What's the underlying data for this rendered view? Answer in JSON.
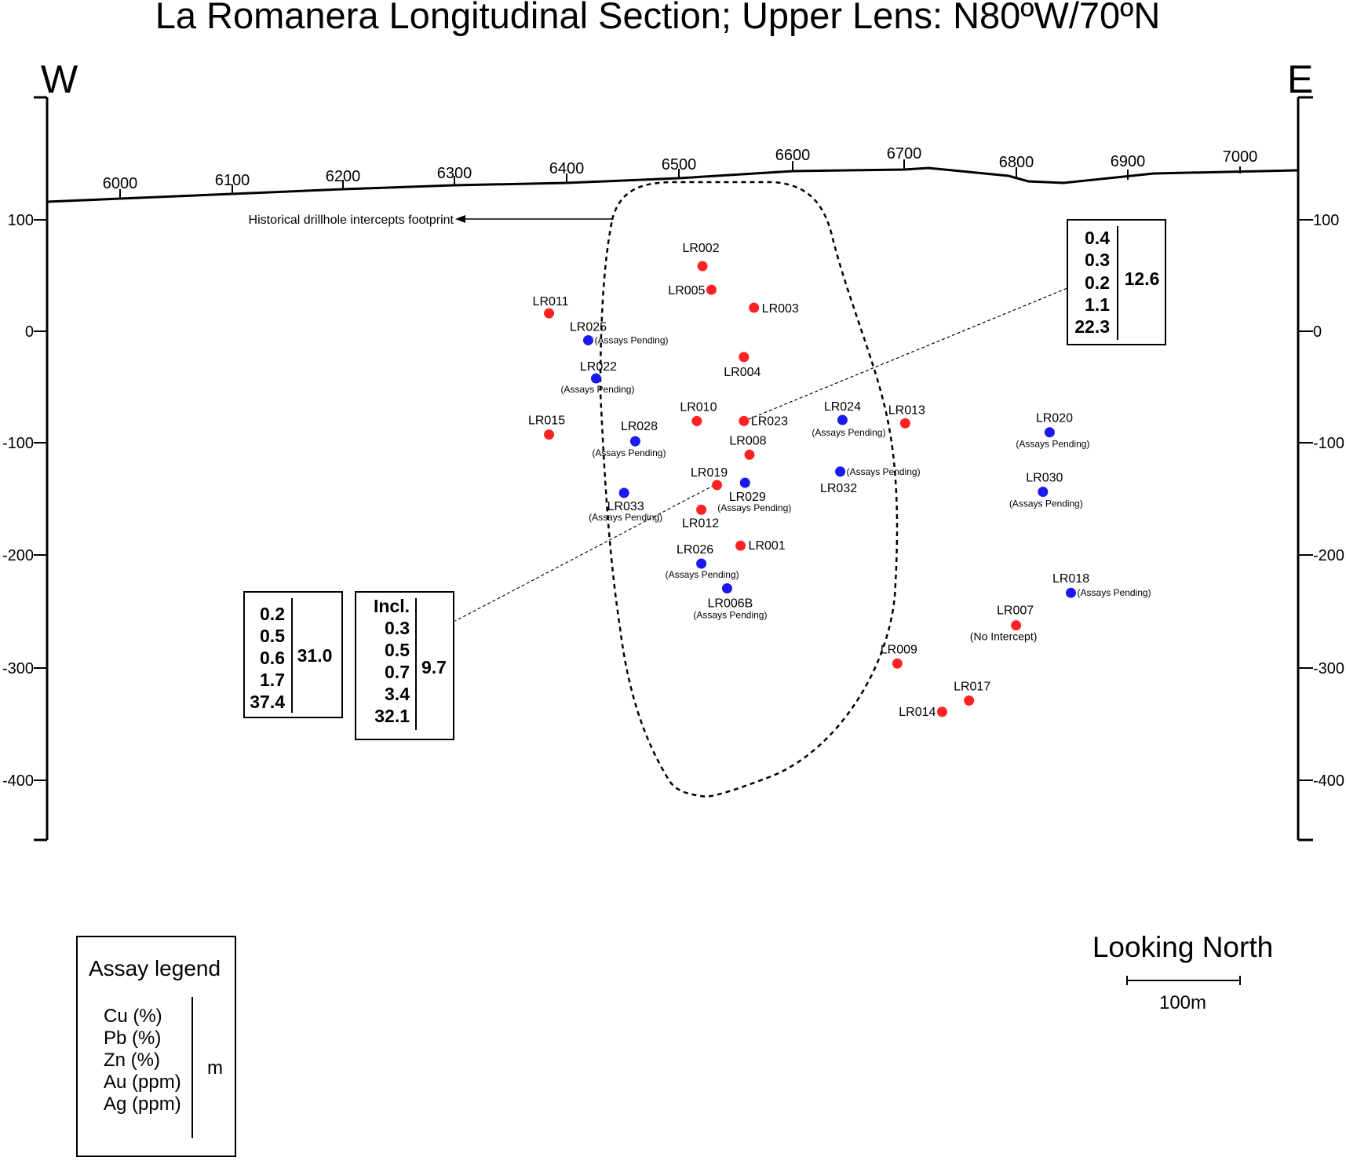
{
  "title": "La Romanera Longitudinal Section; Upper Lens: N80ºW/70ºN",
  "direction_west": "W",
  "direction_east": "E",
  "colors": {
    "assayed": "#ff2222",
    "pending": "#1a1aee",
    "line": "#000000"
  },
  "easting_ticks": [
    "6000",
    "6100",
    "6200",
    "6300",
    "6400",
    "6500",
    "6600",
    "6700",
    "6800",
    "6900",
    "7000"
  ],
  "elevation_ticks": [
    "100",
    "0",
    "-100",
    "-200",
    "-300",
    "-400"
  ],
  "footprint_note": "Historical drillhole intercepts footprint",
  "drillholes": [
    {
      "id": "LR002",
      "status": "assayed",
      "easting": 6520,
      "elev": 58
    },
    {
      "id": "LR005",
      "status": "assayed",
      "easting": 6528,
      "elev": 37
    },
    {
      "id": "LR003",
      "status": "assayed",
      "easting": 6566,
      "elev": 21
    },
    {
      "id": "LR011",
      "status": "assayed",
      "easting": 6383,
      "elev": 16
    },
    {
      "id": "LR025",
      "status": "pending",
      "easting": 6418,
      "elev": -8,
      "note": "(Assays Pending)"
    },
    {
      "id": "LR004",
      "status": "assayed",
      "easting": 6557,
      "elev": -23
    },
    {
      "id": "LR022",
      "status": "pending",
      "easting": 6425,
      "elev": -42,
      "note": "(Assays Pending)"
    },
    {
      "id": "LR010",
      "status": "assayed",
      "easting": 6515,
      "elev": -80
    },
    {
      "id": "LR023",
      "status": "assayed",
      "easting": 6557,
      "elev": -80
    },
    {
      "id": "LR024",
      "status": "pending",
      "easting": 6645,
      "elev": -79,
      "note": "(Assays Pending)"
    },
    {
      "id": "LR013",
      "status": "assayed",
      "easting": 6701,
      "elev": -82
    },
    {
      "id": "LR015",
      "status": "assayed",
      "easting": 6383,
      "elev": -92
    },
    {
      "id": "LR028",
      "status": "pending",
      "easting": 6460,
      "elev": -98,
      "note": "(Assays Pending)"
    },
    {
      "id": "LR020",
      "status": "pending",
      "easting": 6830,
      "elev": -90,
      "note": "(Assays Pending)"
    },
    {
      "id": "LR008",
      "status": "assayed",
      "easting": 6562,
      "elev": -110
    },
    {
      "id": "LR032",
      "status": "pending",
      "easting": 6643,
      "elev": -125,
      "note": "(Assays Pending)"
    },
    {
      "id": "LR019",
      "status": "assayed",
      "easting": 6533,
      "elev": -137
    },
    {
      "id": "LR029",
      "status": "pending",
      "easting": 6558,
      "elev": -135,
      "note": "(Assays Pending)"
    },
    {
      "id": "LR033",
      "status": "pending",
      "easting": 6450,
      "elev": -144,
      "note": "(Assays Pending)"
    },
    {
      "id": "LR030",
      "status": "pending",
      "easting": 6824,
      "elev": -143,
      "note": "(Assays Pending)"
    },
    {
      "id": "LR012",
      "status": "assayed",
      "easting": 6519,
      "elev": -159
    },
    {
      "id": "LR001",
      "status": "assayed",
      "easting": 6554,
      "elev": -191
    },
    {
      "id": "LR026",
      "status": "pending",
      "easting": 6519,
      "elev": -207,
      "note": "(Assays Pending)"
    },
    {
      "id": "LR006B",
      "status": "pending",
      "easting": 6542,
      "elev": -229,
      "note": "(Assays Pending)"
    },
    {
      "id": "LR018",
      "status": "pending",
      "easting": 6849,
      "elev": -233,
      "note": "(Assays Pending)"
    },
    {
      "id": "LR007",
      "status": "assayed",
      "easting": 6800,
      "elev": -262,
      "note": "(No Intercept)"
    },
    {
      "id": "LR009",
      "status": "assayed",
      "easting": 6694,
      "elev": -296
    },
    {
      "id": "LR017",
      "status": "assayed",
      "easting": 6758,
      "elev": -329
    },
    {
      "id": "LR014",
      "status": "assayed",
      "easting": 6734,
      "elev": -339
    }
  ],
  "box_east": {
    "values": [
      "0.4",
      "0.3",
      "0.2",
      "1.1",
      "22.3"
    ],
    "length": "12.6"
  },
  "box_west_main": {
    "values": [
      "0.2",
      "0.5",
      "0.6",
      "1.7",
      "37.4"
    ],
    "length": "31.0"
  },
  "box_west_incl": {
    "header": "Incl.",
    "values": [
      "0.3",
      "0.5",
      "0.7",
      "3.4",
      "32.1"
    ],
    "length": "9.7"
  },
  "legend": {
    "title": "Assay legend",
    "items": [
      "Cu (%)",
      "Pb (%)",
      "Zn (%)",
      "Au (ppm)",
      "Ag (ppm)"
    ],
    "unit": "m"
  },
  "looking": "Looking North",
  "scale_label": "100m"
}
